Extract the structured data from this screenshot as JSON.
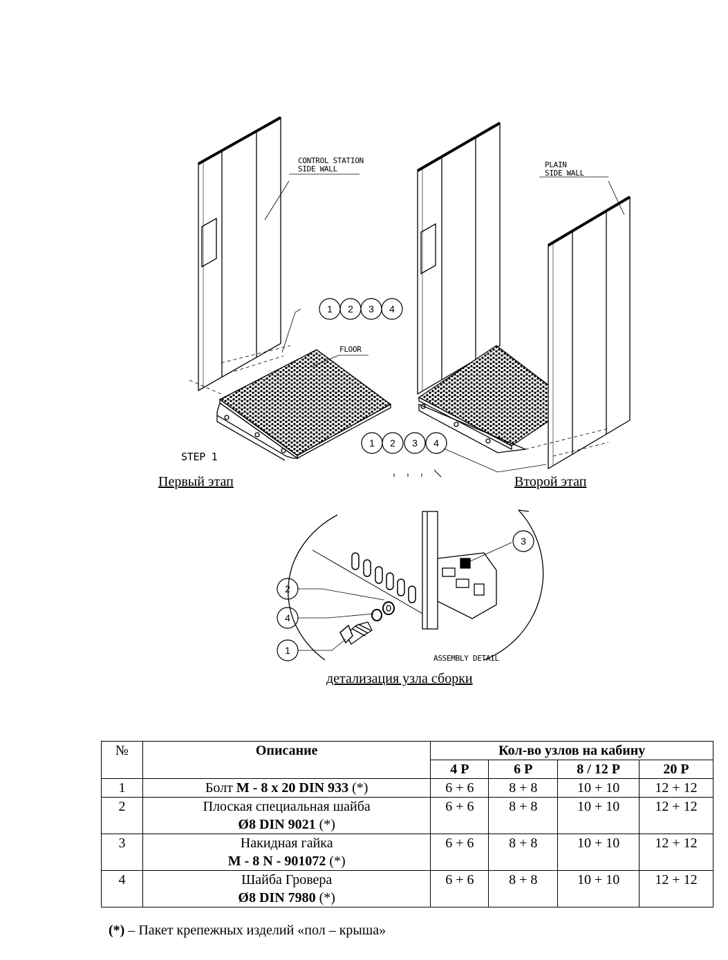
{
  "drawing": {
    "left_wall_label_1": "CONTROL STATION",
    "left_wall_label_2": "SIDE WALL",
    "right_wall_label_1": "PLAIN",
    "right_wall_label_2": "SIDE WALL",
    "floor_label": "FLOOR",
    "step_label": "STEP 1",
    "detail_label": "ASSEMBLY DETAIL",
    "callout_1": "1",
    "callout_2": "2",
    "callout_3": "3",
    "callout_4": "4"
  },
  "captions": {
    "first_stage": "Первый этап",
    "second_stage": "Второй этап",
    "detail": "детализация узла сборки"
  },
  "table": {
    "header_no": "№",
    "header_desc": "Описание",
    "header_qty": "Кол-во узлов на кабину",
    "sub_headers": [
      "4 P",
      "6 P",
      "8 / 12 P",
      "20 P"
    ],
    "rows": [
      {
        "no": "1",
        "desc_plain": "Болт",
        "desc_bold": "M - 8 x 20 DIN 933",
        "desc_mark": "(*)",
        "q1": "6 + 6",
        "q2": "8 + 8",
        "q3": "10 + 10",
        "q4": "12 + 12"
      },
      {
        "no": "2",
        "desc_plain": "Плоская специальная шайба",
        "desc_bold": "Ø8 DIN 9021",
        "desc_mark": "(*)",
        "q1": "6 + 6",
        "q2": "8 + 8",
        "q3": "10 + 10",
        "q4": "12 + 12"
      },
      {
        "no": "3",
        "desc_plain": "Накидная гайка",
        "desc_bold": "M - 8 N - 901072",
        "desc_mark": "(*)",
        "q1": "6 + 6",
        "q2": "8 + 8",
        "q3": "10 + 10",
        "q4": "12 + 12"
      },
      {
        "no": "4",
        "desc_plain": "Шайба Гровера",
        "desc_bold": "Ø8 DIN 7980",
        "desc_mark": "(*)",
        "q1": "6 + 6",
        "q2": "8 + 8",
        "q3": "10 + 10",
        "q4": "12 + 12"
      }
    ]
  },
  "footnote": {
    "mark": "(*)",
    "text": " – Пакет крепежных изделий «пол – крыша»"
  }
}
